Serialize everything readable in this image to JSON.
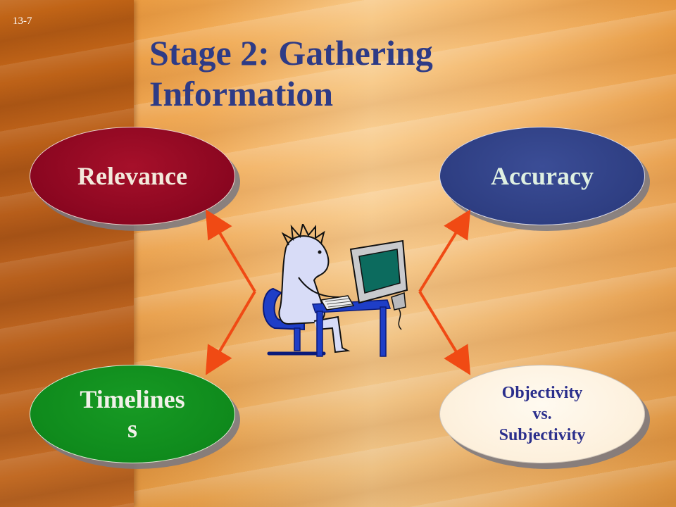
{
  "slide": {
    "number": "13-7",
    "title": "Stage 2: Gathering Information"
  },
  "criteria": {
    "relevance": "Relevance",
    "accuracy": "Accuracy",
    "timeliness": [
      "Timelines",
      "s"
    ],
    "objectivity": [
      "Objectivity",
      "vs.",
      "Subjectivity"
    ]
  },
  "icons": {
    "center": "person-at-computer-icon",
    "arrows": "double-headed-arrow-icon"
  },
  "colors": {
    "title": "#2e3b86",
    "relevance": "#8a0620",
    "accuracy": "#2e3e82",
    "timeliness": "#0f8a1c",
    "objectivity": "#fdf0dc",
    "arrow": "#f04a14"
  }
}
